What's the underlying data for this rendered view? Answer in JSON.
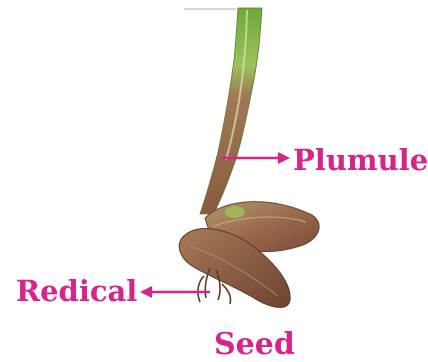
{
  "labels": {
    "plumule": "Plumule",
    "redical": "Redical",
    "seed": "Seed"
  },
  "colors": {
    "label": "#d6248c",
    "arrow": "#d6248c",
    "stem_green": "#7fae3a",
    "stem_brown": "#9a6a4a",
    "cotyledon": "#8e5f44"
  }
}
